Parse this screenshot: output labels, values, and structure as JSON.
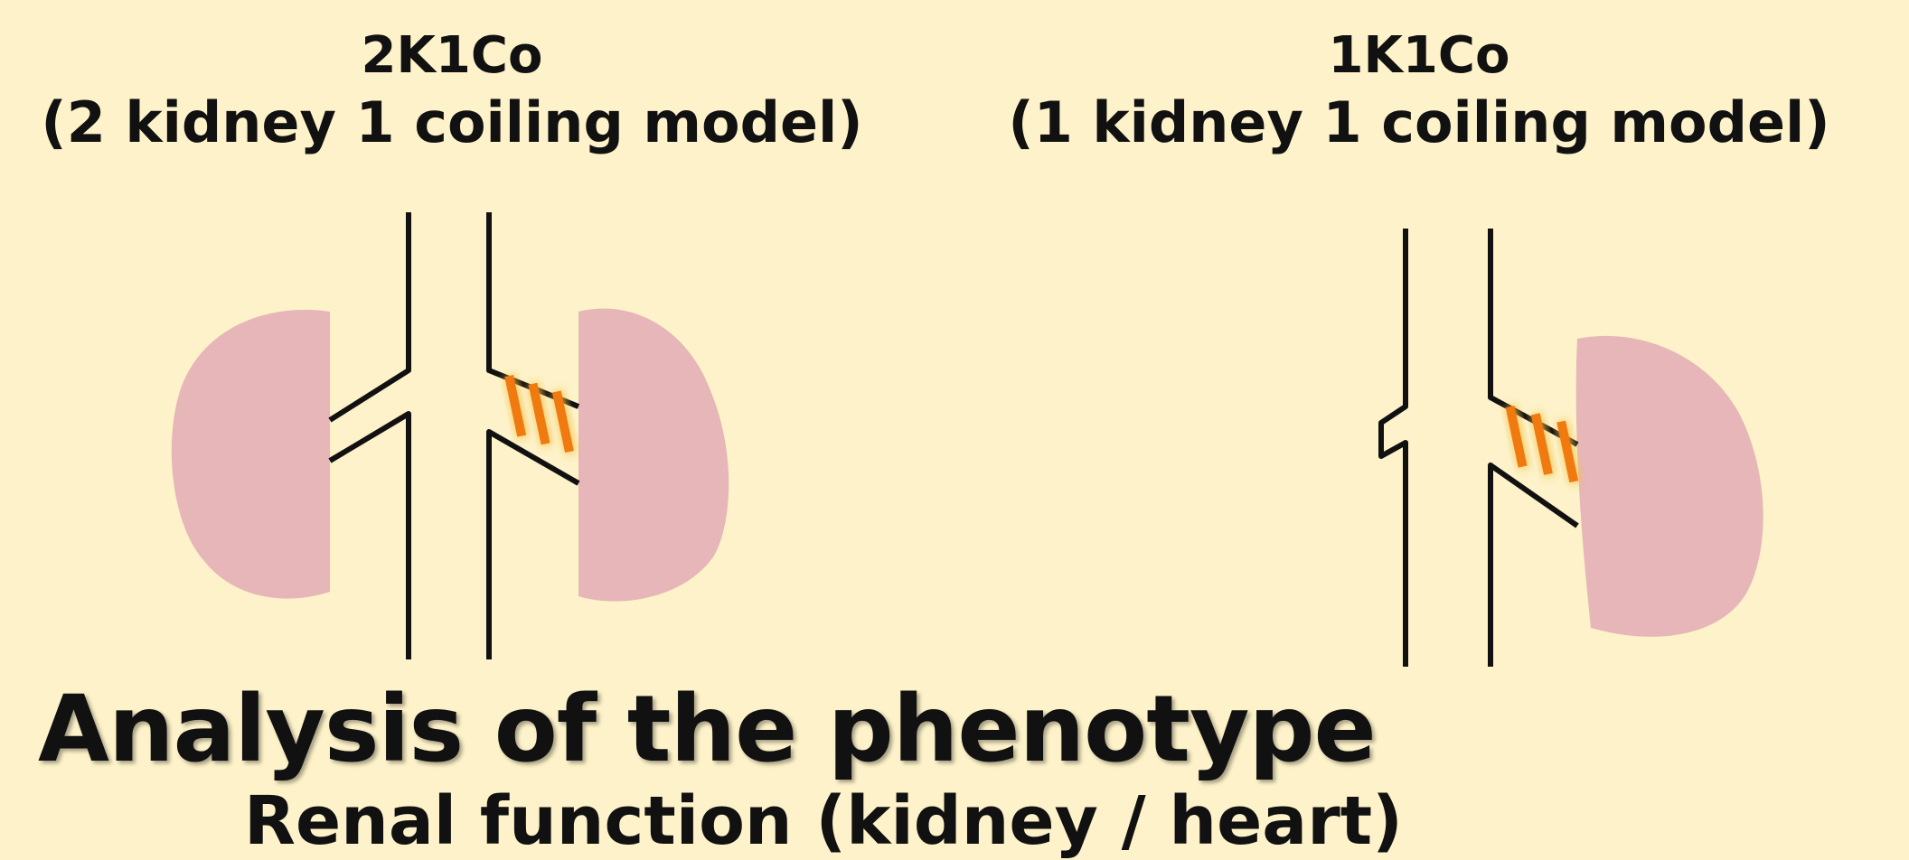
{
  "models": [
    {
      "name": "2K1Co",
      "description": "(2 kidney 1 coiling model)"
    },
    {
      "name": "1K1Co",
      "description": "(1 kidney 1 coiling model)"
    }
  ],
  "heading": "Analysis of the phenotype",
  "subheading": "Renal function (kidney / heart)",
  "colors": {
    "background": "#fdf2c9",
    "kidney": "#e6b6b8",
    "coil": "#f07a10",
    "coil_glow": "#f3c246",
    "vessel": "#111111"
  }
}
